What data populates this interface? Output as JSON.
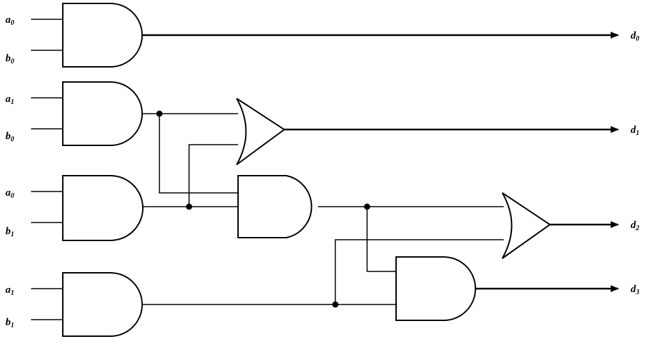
{
  "inputs": [
    {
      "id": "a0_top",
      "text": "a",
      "sub": "0"
    },
    {
      "id": "b0_top",
      "text": "b",
      "sub": "0"
    },
    {
      "id": "a1_mid",
      "text": "a",
      "sub": "1"
    },
    {
      "id": "b0_mid",
      "text": "b",
      "sub": "0"
    },
    {
      "id": "a0_low",
      "text": "a",
      "sub": "0"
    },
    {
      "id": "b1_low",
      "text": "b",
      "sub": "1"
    },
    {
      "id": "a1_bot",
      "text": "a",
      "sub": "1"
    },
    {
      "id": "b1_bot",
      "text": "b",
      "sub": "1"
    }
  ],
  "outputs": [
    {
      "id": "d0",
      "text": "d",
      "sub": "0"
    },
    {
      "id": "d1",
      "text": "d",
      "sub": "1"
    },
    {
      "id": "d2",
      "text": "d",
      "sub": "2"
    },
    {
      "id": "d3",
      "text": "d",
      "sub": "3"
    }
  ],
  "colors": {
    "stroke": "#000000",
    "background": "#ffffff"
  }
}
